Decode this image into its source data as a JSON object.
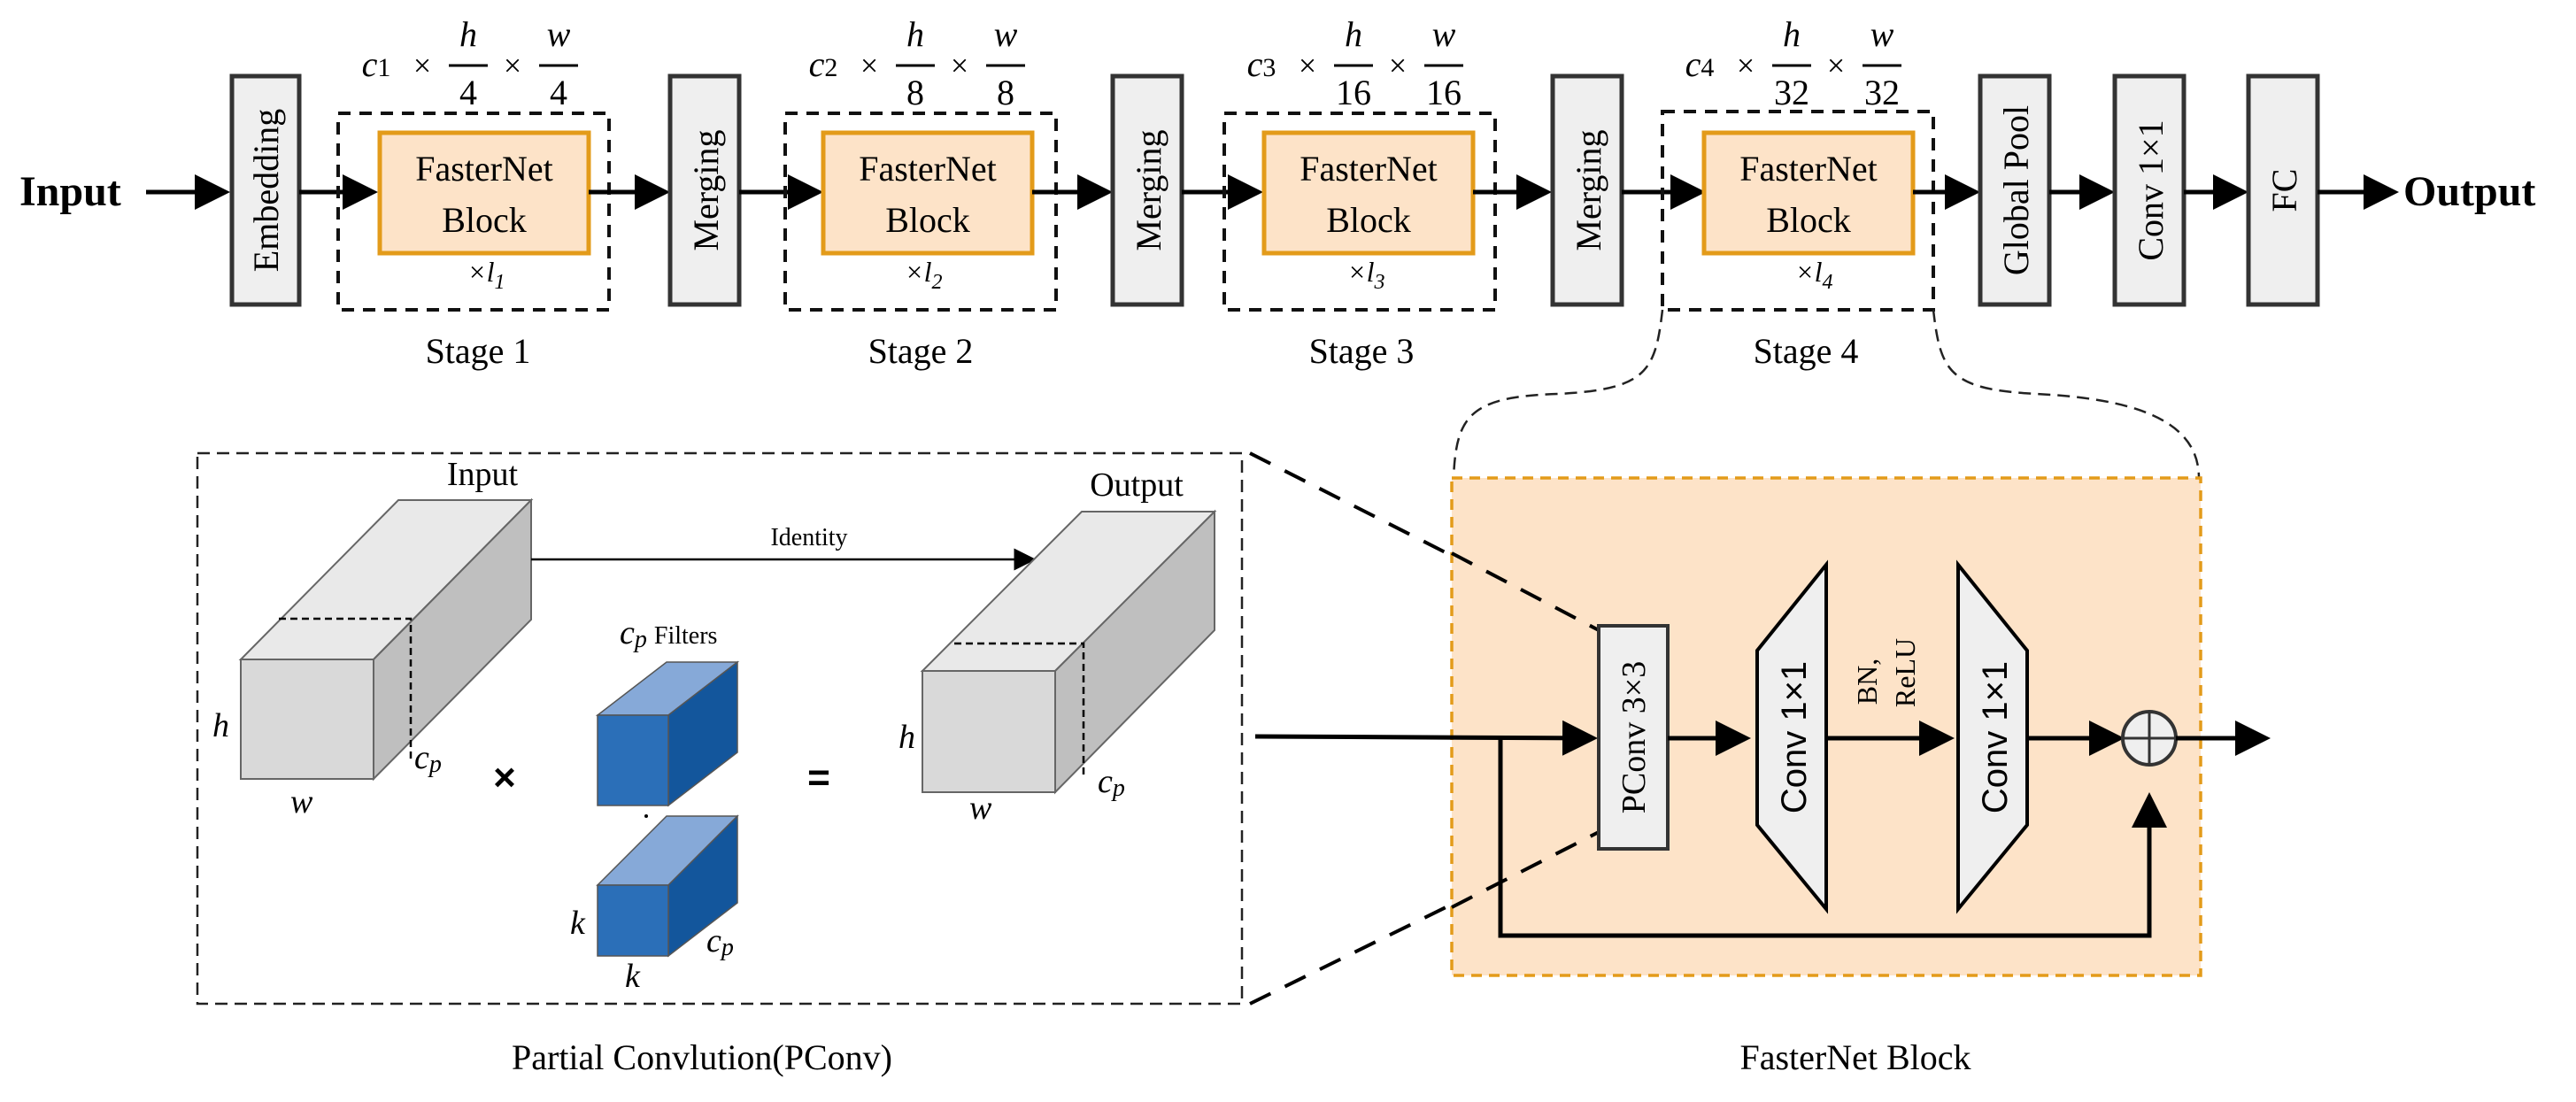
{
  "top": {
    "input_label": "Input",
    "output_label": "Output",
    "embedding": "Embedding",
    "merging": "Merging",
    "global_pool": "Global Pool",
    "conv": "Conv 1×1",
    "fc": "FC",
    "stages": [
      {
        "name": "Stage 1",
        "block": [
          "FasterNet",
          "Block"
        ],
        "repeat": "×l",
        "repeat_sub": "1",
        "dims": {
          "c": "c1",
          "h_den": "4",
          "w_den": "4"
        }
      },
      {
        "name": "Stage 2",
        "block": [
          "FasterNet",
          "Block"
        ],
        "repeat": "×l",
        "repeat_sub": "2",
        "dims": {
          "c": "c2",
          "h_den": "8",
          "w_den": "8"
        }
      },
      {
        "name": "Stage 3",
        "block": [
          "FasterNet",
          "Block"
        ],
        "repeat": "×l",
        "repeat_sub": "3",
        "dims": {
          "c": "c3",
          "h_den": "16",
          "w_den": "16"
        }
      },
      {
        "name": "Stage 4",
        "block": [
          "FasterNet",
          "Block"
        ],
        "repeat": "×l",
        "repeat_sub": "4",
        "dims": {
          "c": "c4",
          "h_den": "32",
          "w_den": "32"
        }
      }
    ],
    "times": "×",
    "h": "h",
    "w": "w"
  },
  "pconv": {
    "caption": "Partial Convlution(PConv)",
    "input": "Input",
    "output": "Output",
    "identity": "Identity",
    "filters": "Filters",
    "cp": "c",
    "cp_sub": "p",
    "h": "h",
    "w": "w",
    "k": "k",
    "multiply": "×",
    "equals": "="
  },
  "block": {
    "caption": "FasterNet Block",
    "pconv": "PConv 3×3",
    "conv1": "Conv 1×1",
    "conv2": "Conv 1×1",
    "bn": "BN,",
    "relu": "ReLU"
  },
  "colors": {
    "block_fill": "#fde3c8",
    "block_stroke": "#e39b1a",
    "filter_front": "#2b6fb8",
    "filter_top": "#86a9d8",
    "filter_side": "#13569c"
  }
}
